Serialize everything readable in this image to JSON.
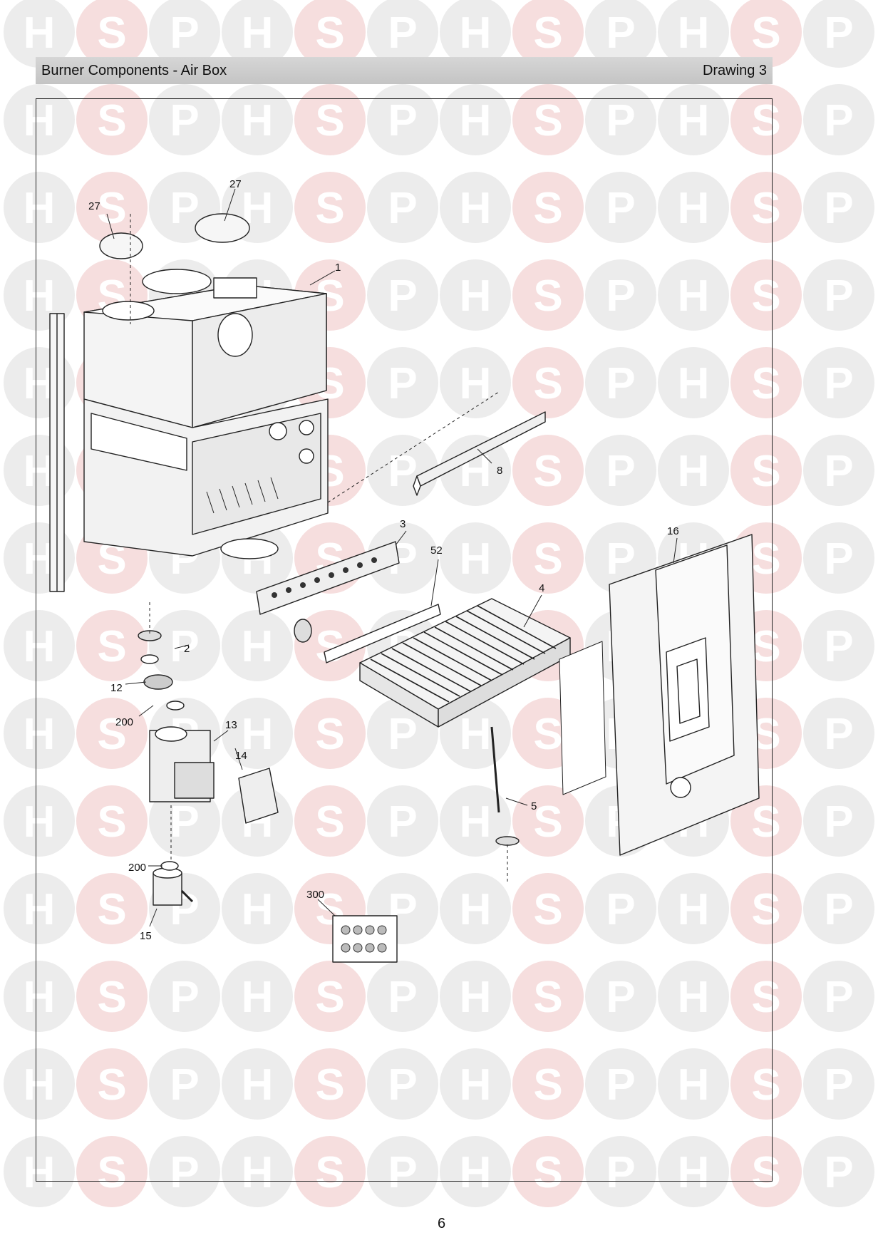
{
  "header": {
    "title": "Burner Components - Air Box",
    "drawing": "Drawing 3"
  },
  "watermark": {
    "letters": [
      "H",
      "S",
      "P"
    ],
    "colors": [
      "#ececec",
      "#f6dede",
      "#ececec"
    ],
    "letter_colors": [
      "#ffffff",
      "#ffffff",
      "#ffffff"
    ]
  },
  "callouts": {
    "c27a": "27",
    "c27b": "27",
    "c1": "1",
    "c8": "8",
    "c3": "3",
    "c52": "52",
    "c16": "16",
    "c4": "4",
    "c2": "2",
    "c12": "12",
    "c200a": "200",
    "c13": "13",
    "c14": "14",
    "c5": "5",
    "c200b": "200",
    "c15": "15",
    "c300": "300"
  },
  "page_number": "6"
}
